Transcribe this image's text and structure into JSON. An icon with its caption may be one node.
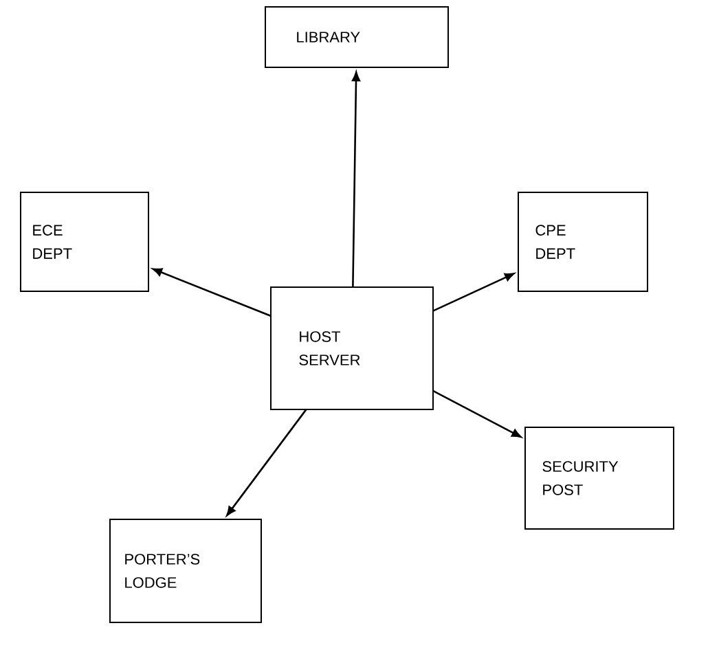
{
  "diagram": {
    "nodes": [
      {
        "text": [
          "LIBRARY"
        ]
      },
      {
        "text": [
          "ECE DEPT"
        ]
      },
      {
        "text": [
          "HOST SERVER"
        ]
      },
      {
        "text": [
          "CPE DEPT"
        ]
      },
      {
        "text": [
          "SECURITY POST"
        ]
      },
      {
        "text": [
          "PORTER’S LODGE"
        ]
      }
    ],
    "edges": [
      {
        "from": 2,
        "to": 0,
        "arrow": "to"
      },
      {
        "from": 2,
        "to": 1,
        "arrow": "to"
      },
      {
        "from": 2,
        "to": 3,
        "arrow": "to"
      },
      {
        "from": 2,
        "to": 4,
        "arrow": "to"
      },
      {
        "from": 2,
        "to": 5,
        "arrow": "to"
      }
    ]
  }
}
